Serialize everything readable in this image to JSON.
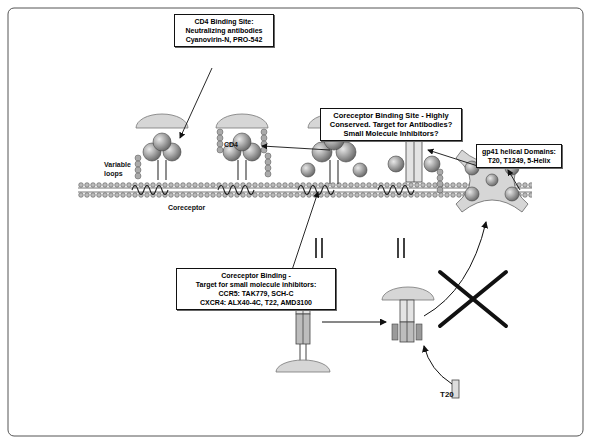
{
  "diagram": {
    "nodes": [
      {
        "text": [
          "CD4 Binding Site:",
          "Neutralizing antibodies",
          "Cyanovirin-N, PRO-542"
        ]
      },
      {
        "text": [
          "Coreceptor Binding Site - Highly Conserved.  Target for Antibodies?  Small Molecule Inhibitors?"
        ]
      },
      {
        "text": [
          "gp41 helical Domains: T20, T1249, 5-Helix"
        ]
      },
      {
        "text": [
          "Coreceptor Binding -",
          "Target for small molecule inhibitors:",
          "CCR5: TAK779, SCH-C",
          "CXCR4: ALX40-4C, T22, AMD3100"
        ]
      }
    ],
    "labels": [
      "CD4",
      "Variable loops",
      "Coreceptor",
      "T20"
    ]
  }
}
